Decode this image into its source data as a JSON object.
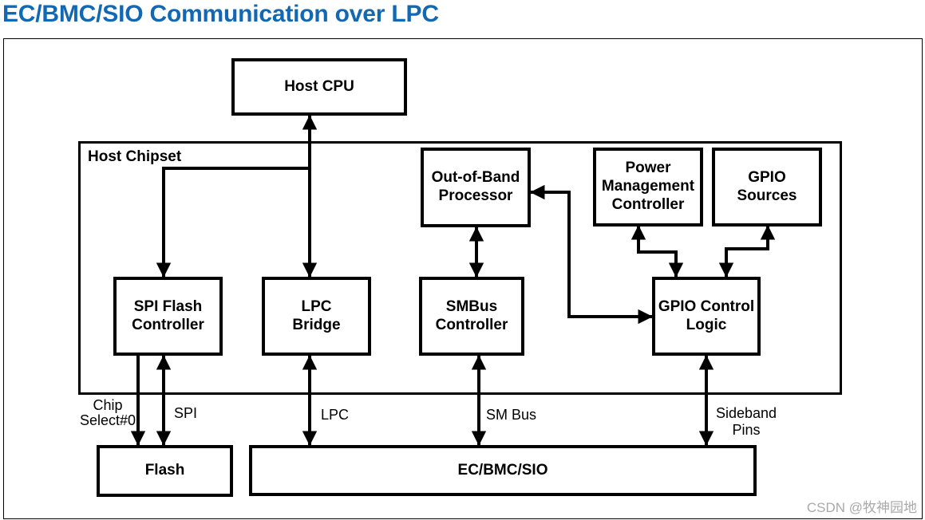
{
  "page": {
    "title": "EC/BMC/SIO Communication over LPC",
    "watermark": "CSDN @牧神园地"
  },
  "diagram": {
    "nodes": {
      "host_cpu": "Host CPU",
      "host_chipset": "Host Chipset",
      "oob_processor": "Out-of-Band\nProcessor",
      "power_mgmt_controller": "Power\nManagement\nController",
      "gpio_sources": "GPIO\nSources",
      "spi_flash_controller": "SPI Flash\nController",
      "lpc_bridge": "LPC\nBridge",
      "smbus_controller": "SMBus\nController",
      "gpio_control_logic": "GPIO Control\nLogic",
      "flash": "Flash",
      "ec_bmc_sio": "EC/BMC/SIO"
    },
    "edge_labels": {
      "chip_select": "Chip\nSelect#0",
      "spi": "SPI",
      "lpc": "LPC",
      "sm_bus": "SM Bus",
      "sideband_pins": "Sideband\nPins"
    },
    "colors": {
      "title_blue": "#1268b2",
      "line_black": "#000000",
      "watermark_gray": "#a9a9a9"
    }
  }
}
